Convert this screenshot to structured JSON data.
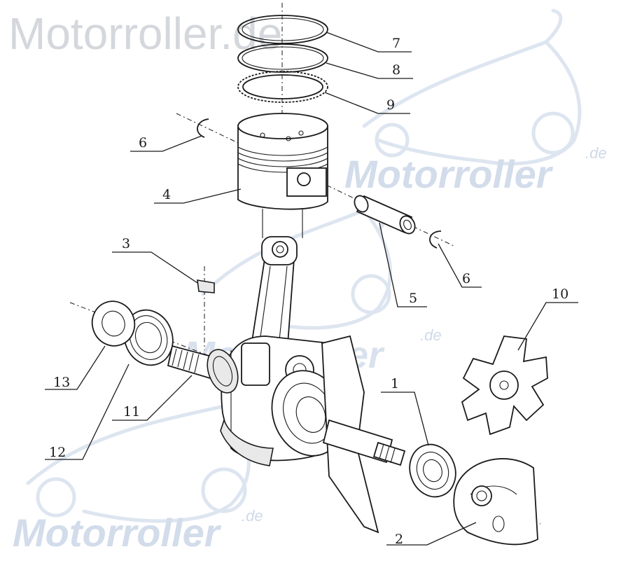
{
  "watermarks": {
    "top": "Motorroller.de",
    "mid_main": "Motorroller",
    "mid_sup": ".de",
    "center_main": "Motorroller",
    "center_sup": ".de",
    "bottom_main": "Motorroller",
    "bottom_sup": ".de"
  },
  "parts": [
    {
      "id": "p1",
      "label": "1"
    },
    {
      "id": "p2",
      "label": "2"
    },
    {
      "id": "p3",
      "label": "3"
    },
    {
      "id": "p4",
      "label": "4"
    },
    {
      "id": "p5",
      "label": "5"
    },
    {
      "id": "p6a",
      "label": "6"
    },
    {
      "id": "p6b",
      "label": "6"
    },
    {
      "id": "p7",
      "label": "7"
    },
    {
      "id": "p8",
      "label": "8"
    },
    {
      "id": "p9",
      "label": "9"
    },
    {
      "id": "p10",
      "label": "10"
    },
    {
      "id": "p11",
      "label": "11"
    },
    {
      "id": "p12",
      "label": "12"
    },
    {
      "id": "p13",
      "label": "13"
    }
  ],
  "colors": {
    "ink": "#1a1a1a",
    "watermark_gray": "#d4d7dc",
    "watermark_blue": "#d2dcea"
  }
}
